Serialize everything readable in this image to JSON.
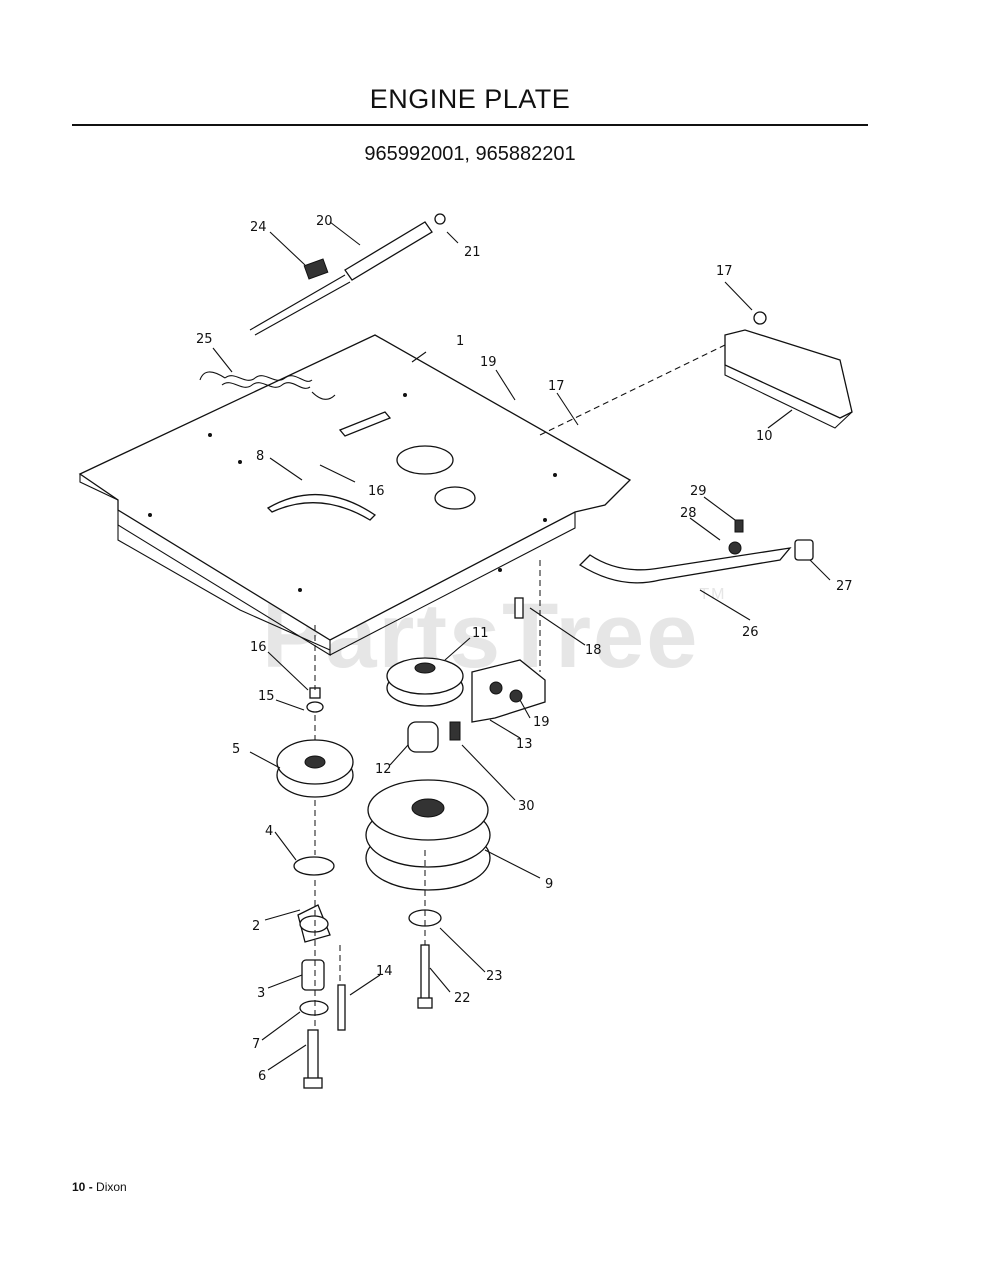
{
  "title": "ENGINE PLATE",
  "model_numbers": "965992001, 965882201",
  "watermark": {
    "text": "PartsTree",
    "tm": "TM"
  },
  "footer": {
    "page": "10",
    "separator": "-",
    "brand": "Dixon"
  },
  "callouts": [
    "1",
    "2",
    "3",
    "4",
    "5",
    "6",
    "7",
    "8",
    "9",
    "10",
    "11",
    "12",
    "13",
    "14",
    "15",
    "16",
    "16",
    "17",
    "17",
    "18",
    "19",
    "19",
    "20",
    "21",
    "22",
    "23",
    "24",
    "25",
    "26",
    "27",
    "28",
    "29",
    "30"
  ]
}
